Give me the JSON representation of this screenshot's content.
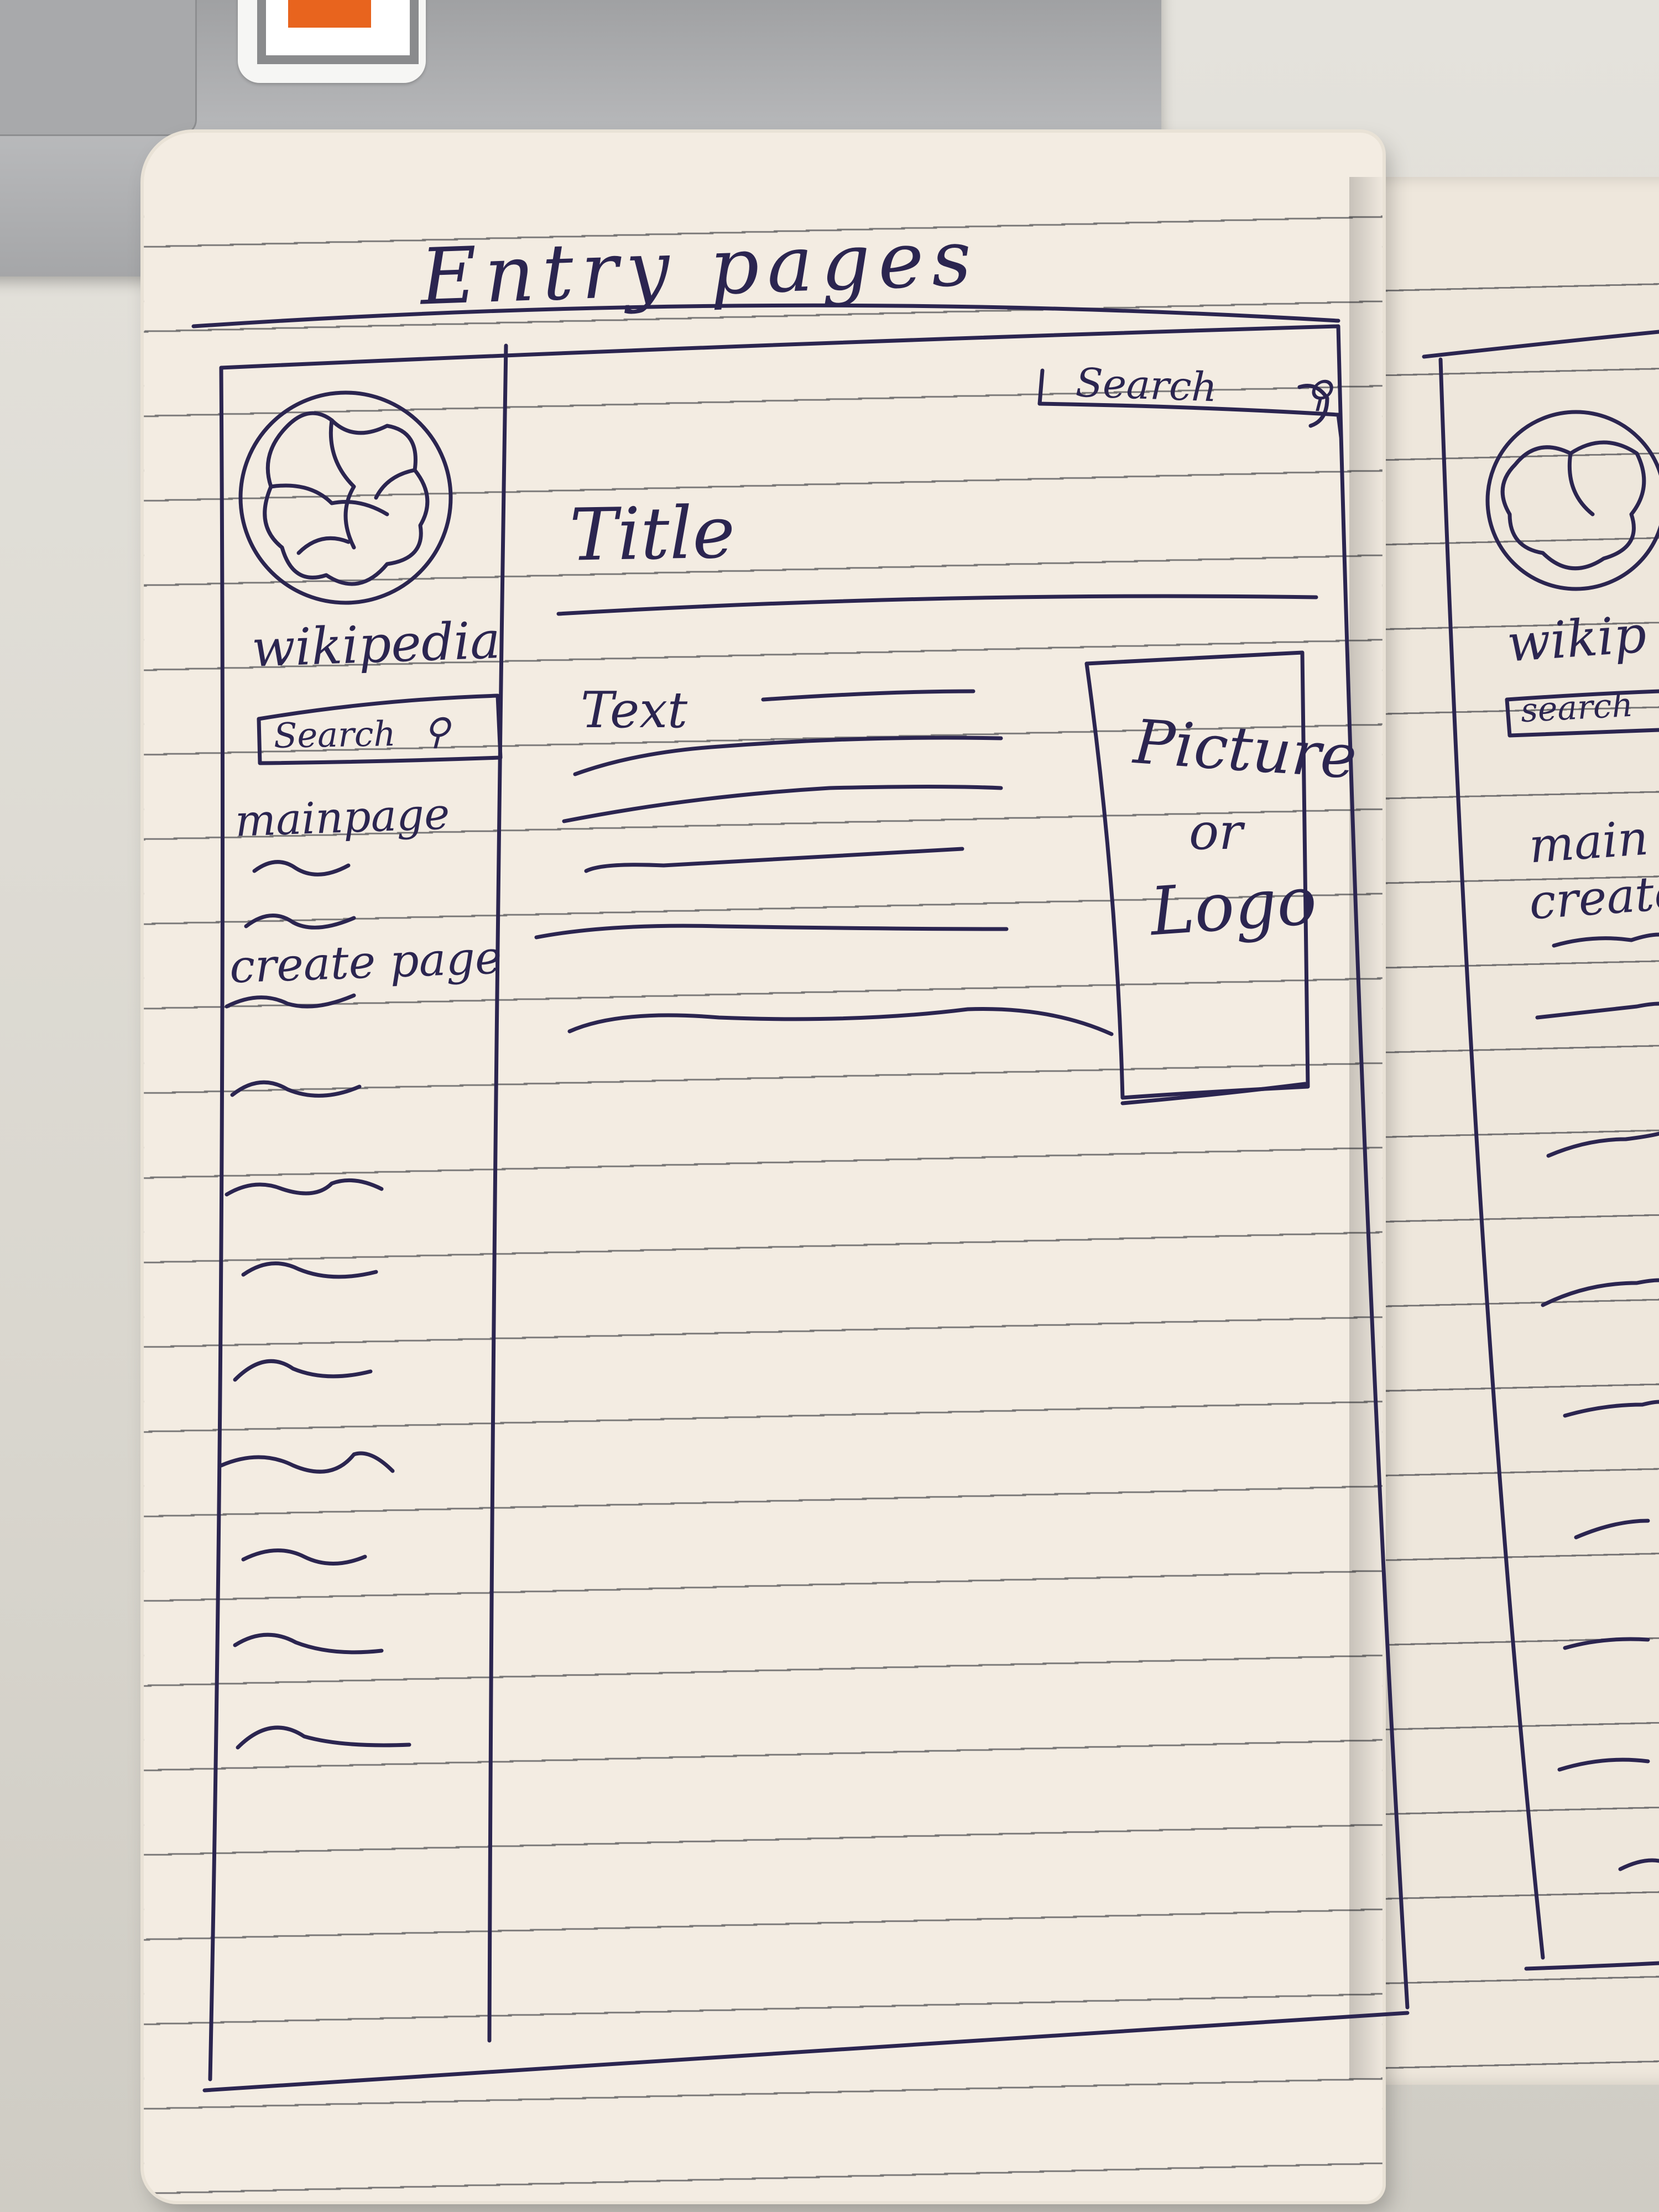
{
  "sketch": {
    "heading": "Entry pages",
    "colors": {
      "ink": "#2b2550",
      "paper": "#f3ece2",
      "rule": "#4a4a4e",
      "sticker_accent": "#e8641e"
    }
  },
  "sidebar": {
    "logo_icon": "globe-puzzle-icon",
    "site_name": "wikipedia",
    "search_label": "Search",
    "search_icon": "magnifier-icon",
    "main_page": "mainpage",
    "create_page": "create page"
  },
  "header": {
    "search_label": "Search",
    "search_icon": "magnifier-icon"
  },
  "content": {
    "title": "Title",
    "text_label": "Text",
    "image_placeholder": {
      "line1": "Picture",
      "line2": "or",
      "line3": "Logo"
    }
  },
  "next_page": {
    "site_name": "wikip",
    "search_label": "search",
    "main_page": "main",
    "create_page": "create"
  }
}
